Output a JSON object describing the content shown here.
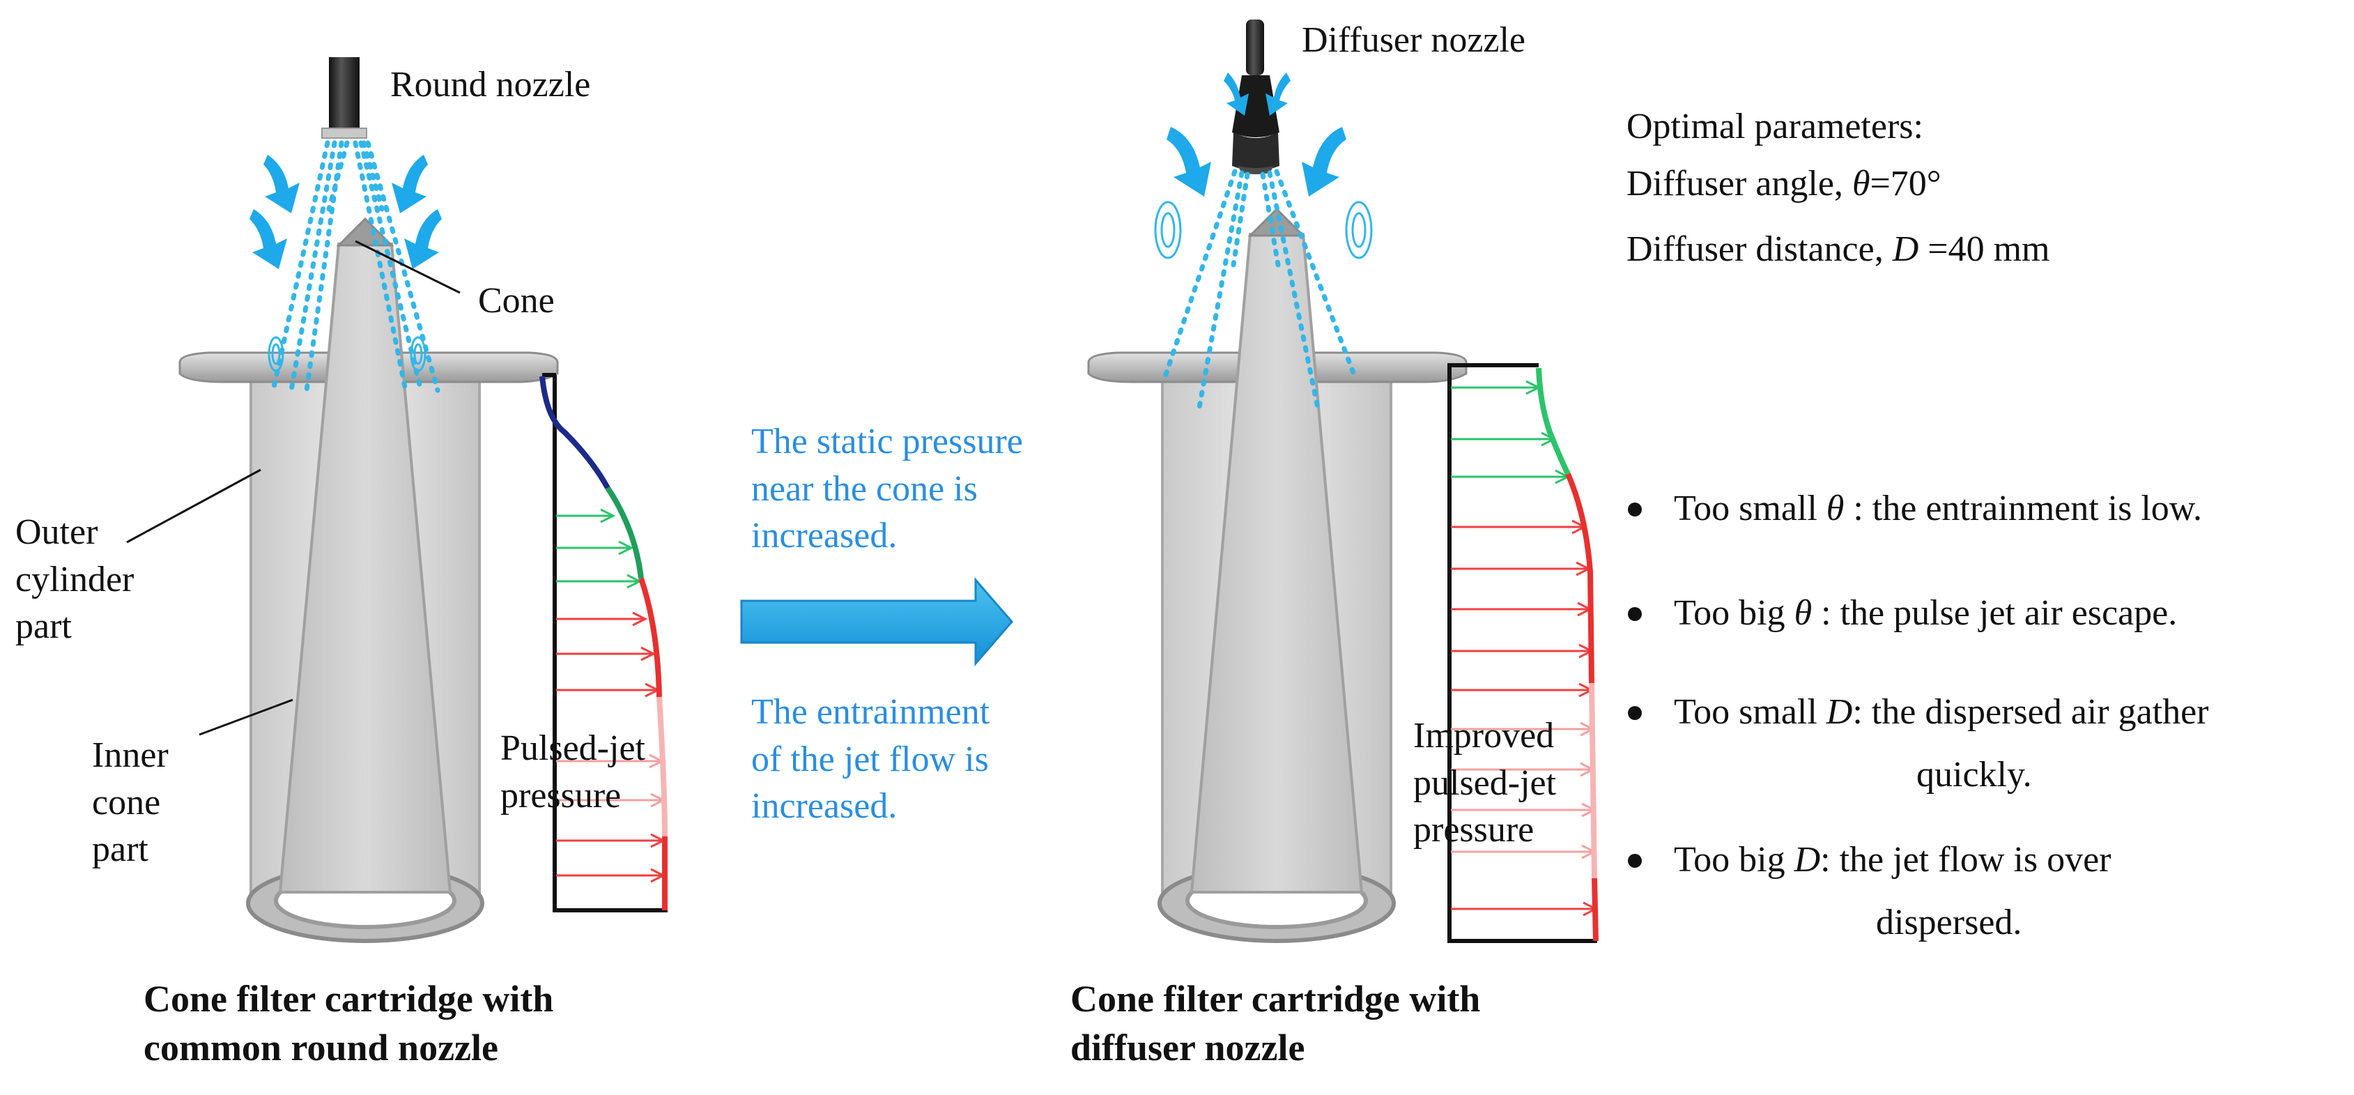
{
  "left_panel": {
    "nozzle_label": "Round nozzle",
    "cone_label": "Cone",
    "outer_label": [
      "Outer",
      "cylinder",
      "part"
    ],
    "inner_label": [
      "Inner",
      "cone",
      "part"
    ],
    "pressure_label": [
      "Pulsed-jet",
      "pressure"
    ],
    "caption": [
      "Cone filter cartridge with",
      "common round nozzle"
    ]
  },
  "middle": {
    "text_top": [
      "The static pressure",
      "near the cone is",
      "increased."
    ],
    "text_bottom": [
      "The entrainment",
      "of the jet flow is",
      "increased."
    ]
  },
  "right_panel": {
    "nozzle_label": "Diffuser nozzle",
    "pressure_label": [
      "Improved",
      "pulsed-jet",
      "pressure"
    ],
    "caption": [
      "Cone filter cartridge with",
      "diffuser nozzle"
    ]
  },
  "parameters": {
    "heading": "Optimal parameters:",
    "angle_prefix": "Diffuser angle, ",
    "angle_symbol": "θ",
    "angle_value": "=70°",
    "distance_prefix": "Diffuser distance, ",
    "distance_symbol": "D",
    "distance_value": " =40 mm"
  },
  "bullets": [
    {
      "pre": "Too small ",
      "sym": "θ",
      "post": " : the entrainment is low."
    },
    {
      "pre": "Too big ",
      "sym": "θ",
      "post": " : the pulse jet air escape."
    },
    {
      "pre": "Too small ",
      "sym": "D",
      "post": ": the dispersed air gather",
      "cont": "quickly."
    },
    {
      "pre": "Too big ",
      "sym": "D",
      "post": ": the jet flow is over",
      "cont": "dispersed."
    }
  ],
  "colors": {
    "jet_blue": "#33b6e8",
    "text_blue": "#2a8ee0",
    "arrow_blue": "#1aa3e8",
    "pressure_green": "#2cc46a",
    "pressure_red": "#f04040",
    "pressure_pink": "#f6a0a0",
    "curve_navy": "#1c2a8a",
    "cartridge_gray": "#d8d8d8"
  }
}
